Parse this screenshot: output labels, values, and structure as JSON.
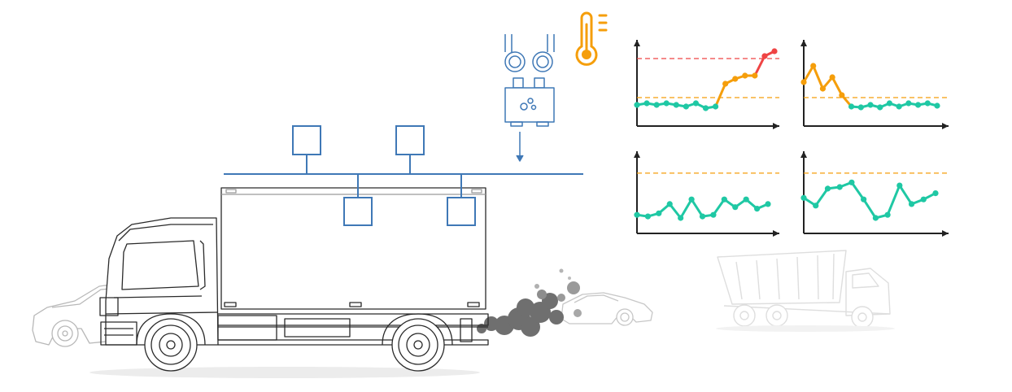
{
  "colors": {
    "network": "#3f78b6",
    "normal": "#1fc8a4",
    "warning": "#f59e0b",
    "alarm": "#ef4444",
    "outline": "#222222",
    "smoke": "#6b6b6b",
    "faded": "#dcdcdc"
  },
  "icons": [
    "thermometer-icon",
    "sensor-module-icon",
    "node-icon",
    "car-icon",
    "truck-icon",
    "dump-truck-icon",
    "sports-car-icon",
    "smoke-icon"
  ],
  "chart_data": [
    {
      "type": "line",
      "title": "",
      "xlabel": "",
      "ylabel": "",
      "grid": false,
      "ylim": [
        0,
        10
      ],
      "x": [
        0,
        1,
        2,
        3,
        4,
        5,
        6,
        7,
        8,
        9,
        10,
        11,
        12,
        13,
        14
      ],
      "series": [
        {
          "values": [
            2.6,
            2.8,
            2.6,
            2.8,
            2.6,
            2.4,
            2.8,
            2.2,
            2.4,
            5.2,
            5.8,
            6.2,
            6.2,
            8.6,
            9.2
          ]
        }
      ],
      "thresholds": [
        {
          "level": "warning",
          "value": 3.5
        },
        {
          "level": "alarm",
          "value": 8.3
        }
      ]
    },
    {
      "type": "line",
      "title": "",
      "xlabel": "",
      "ylabel": "",
      "grid": false,
      "ylim": [
        0,
        10
      ],
      "x": [
        0,
        1,
        2,
        3,
        4,
        5,
        6,
        7,
        8,
        9,
        10,
        11,
        12,
        13,
        14
      ],
      "series": [
        {
          "values": [
            5.4,
            7.4,
            4.6,
            6.0,
            3.8,
            2.4,
            2.3,
            2.6,
            2.3,
            2.8,
            2.4,
            2.8,
            2.6,
            2.8,
            2.5
          ]
        }
      ],
      "thresholds": [
        {
          "level": "warning",
          "value": 3.5
        }
      ]
    },
    {
      "type": "line",
      "title": "",
      "xlabel": "",
      "ylabel": "",
      "grid": false,
      "ylim": [
        0,
        10
      ],
      "x": [
        0,
        1,
        2,
        3,
        4,
        5,
        6,
        7,
        8,
        9,
        10,
        11,
        12
      ],
      "series": [
        {
          "values": [
            2.4,
            2.2,
            2.6,
            3.8,
            2.0,
            4.4,
            2.2,
            2.4,
            4.4,
            3.4,
            4.4,
            3.2,
            3.8
          ]
        }
      ],
      "thresholds": [
        {
          "level": "warning",
          "value": 7.8
        }
      ]
    },
    {
      "type": "line",
      "title": "",
      "xlabel": "",
      "ylabel": "",
      "grid": false,
      "ylim": [
        0,
        10
      ],
      "x": [
        0,
        1,
        2,
        3,
        4,
        5,
        6,
        7,
        8,
        9,
        10,
        11
      ],
      "series": [
        {
          "values": [
            4.6,
            3.6,
            5.8,
            6.0,
            6.6,
            4.4,
            2.0,
            2.4,
            6.2,
            3.8,
            4.4,
            5.2
          ]
        }
      ],
      "thresholds": [
        {
          "level": "warning",
          "value": 7.8
        }
      ]
    }
  ]
}
